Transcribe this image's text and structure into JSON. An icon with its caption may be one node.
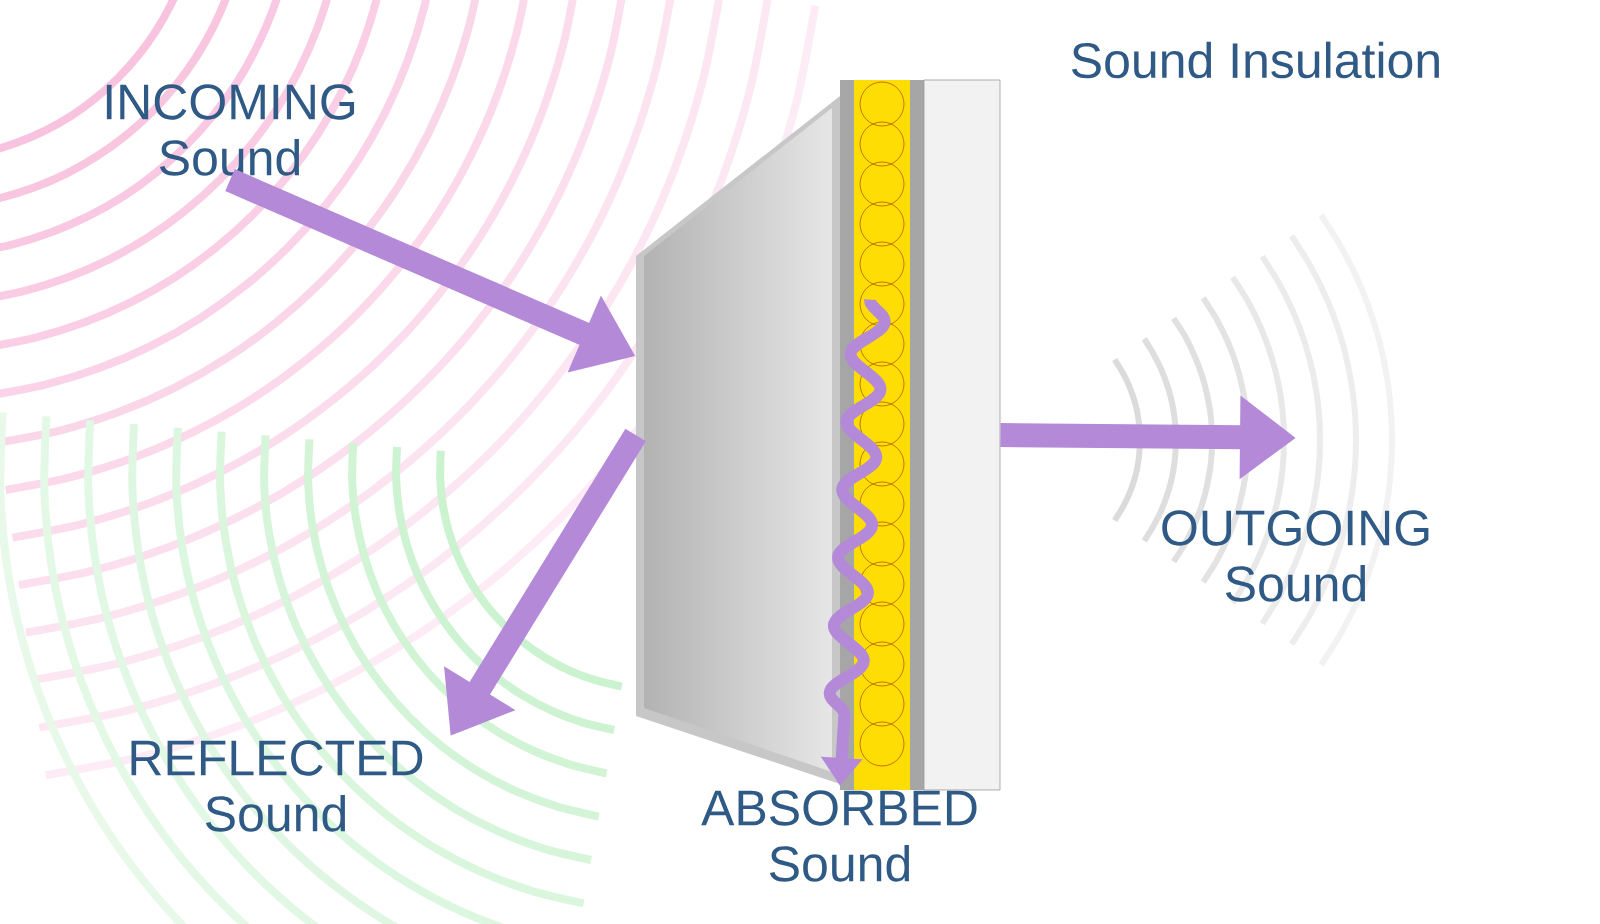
{
  "diagram": {
    "title": "Sound Insulation",
    "nodes": [
      {
        "text": [
          "INCOMING Sound"
        ]
      },
      {
        "text": [],
        "shape": "picture"
      },
      {
        "text": [
          "REFLECTED Sound"
        ]
      },
      {
        "text": [
          "ABSORBED Sound"
        ]
      },
      {
        "text": [
          "OUTGOING Sound"
        ]
      }
    ],
    "edges": [
      {
        "from": 0,
        "to": 1,
        "arrow": "to"
      },
      {
        "from": 1,
        "to": 2,
        "arrow": "to"
      },
      {
        "from": 1,
        "to": 3,
        "arrow": "to"
      },
      {
        "from": 1,
        "to": 4,
        "arrow": "to"
      }
    ]
  }
}
